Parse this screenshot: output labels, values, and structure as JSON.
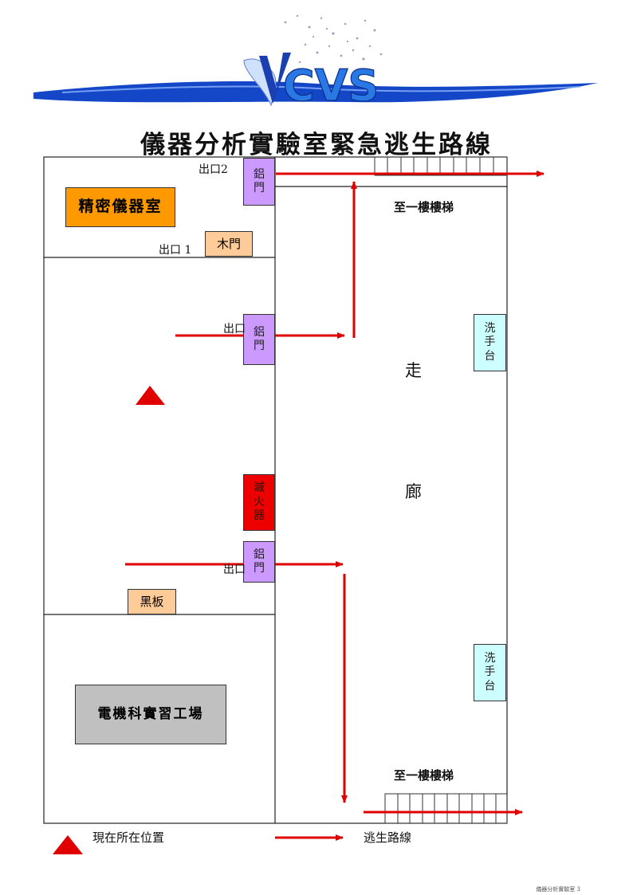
{
  "logo": {
    "text": "CVS"
  },
  "title": "儀器分析實驗室緊急逃生路線",
  "rooms": {
    "precision": "精密儀器室",
    "workshop": "電機科實習工場",
    "blackboard": "黑板",
    "wood_door": "木門"
  },
  "doors": {
    "al_top": "鋁門",
    "al_mid": "鋁門",
    "al_bottom": "鋁門"
  },
  "extinguisher": "滅火器",
  "sinks": {
    "top": "洗手台",
    "bottom": "洗手台"
  },
  "exits": {
    "exit2": "出口2",
    "exit1": "出口 1",
    "exit_mid": "出口",
    "exit_low": "出口"
  },
  "stairs": {
    "top": "至一樓樓梯",
    "bottom": "至一樓樓梯"
  },
  "corridor": {
    "char1": "走",
    "char2": "廊"
  },
  "legend": {
    "position": "現在所在位置",
    "route": "逃生路線"
  },
  "footer": "儀器分析實驗室 3",
  "colors": {
    "route": "#e00000",
    "precision_room": "#ff9900",
    "door": "#cc99ff",
    "extinguisher": "#ee0000",
    "sink": "#ccffff",
    "workshop": "#c0c0c0",
    "blackboard": "#ffcc99"
  }
}
